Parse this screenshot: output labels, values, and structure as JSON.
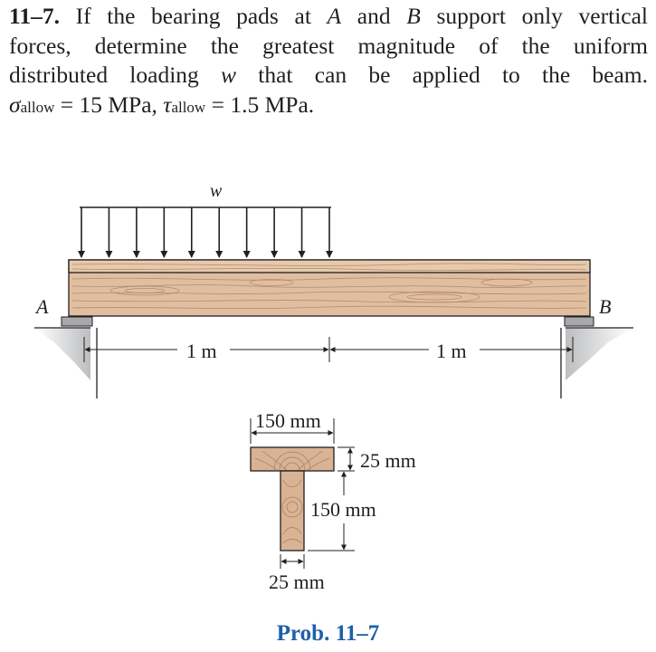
{
  "problem": {
    "number": "11–7.",
    "line1_text": "If the bearing pads at",
    "var_a": "A",
    "and": "and",
    "var_b": "B",
    "line1_end": "support only vertical",
    "line2": "forces, determine the greatest magnitude of the uniform",
    "line3_start": "distributed loading",
    "var_w": "w",
    "line3_end": "that can be applied to the beam.",
    "sigma": "σ",
    "sigma_sub": "allow",
    "sigma_value": "= 15 MPa,",
    "tau": "τ",
    "tau_sub": "allow",
    "tau_value": "= 1.5 MPa."
  },
  "figure": {
    "load_label": "w",
    "support_a": "A",
    "support_b": "B",
    "span1": "1 m",
    "span2": "1 m",
    "flange_width": "150 mm",
    "flange_thickness": "25 mm",
    "web_height": "150 mm",
    "web_thickness": "25 mm"
  },
  "caption": "Prob. 11–7",
  "colors": {
    "wood_light": "#e3c4a5",
    "wood_mid": "#d2a98a",
    "wood_dark": "#b58a6c",
    "caption_blue": "#1f5fa8",
    "pad_gray": "#a7a9ac",
    "ground_gray": "#bcbec0"
  }
}
